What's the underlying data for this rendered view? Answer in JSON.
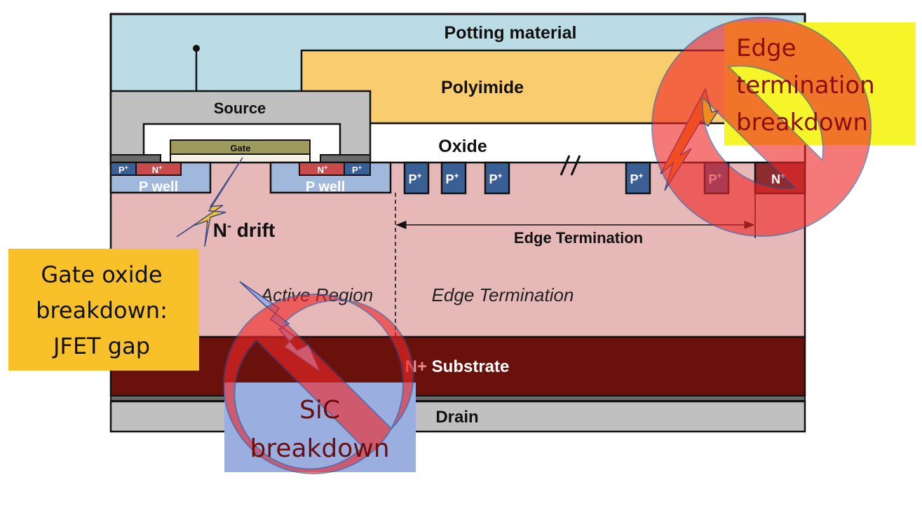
{
  "layers": {
    "potting": "Potting material",
    "polyimide": "Polyimide",
    "oxide": "Oxide",
    "source": "Source",
    "gate": "Gate",
    "drift": "N⁻ drift",
    "drift_main": "N",
    "drift_sup": "-",
    "drift_rest": " drift",
    "substrate_prefix": "N+",
    "substrate_rest": " Substrate",
    "drain": "Drain"
  },
  "doping": {
    "p_plus": "P",
    "n_plus": "N",
    "plus_sup": "+",
    "p_well": "P well"
  },
  "regions": {
    "edge_termination_arrow": "Edge Termination",
    "active_region": "Active Region",
    "edge_termination_italic": "Edge Termination",
    "break_mark": "//"
  },
  "callouts": {
    "gate_oxide": [
      "Gate oxide",
      "breakdown:",
      "JFET gap"
    ],
    "edge_termination": [
      "Edge",
      "termination",
      "breakdown"
    ],
    "sic": [
      "SiC",
      "breakdown"
    ]
  },
  "colors": {
    "potting": "#bcdce5",
    "polyimide": "#f9cd6e",
    "source_metal": "#c0c0c0",
    "gate": "#9e9a5c",
    "p_well": "#9fb8dc",
    "p_plus": "#3a5f95",
    "n_plus": "#c94a4a",
    "drift": "#e6b8b8",
    "substrate": "#6b110c",
    "drain": "#c0c0c0",
    "callout_gate": "#f8c12a",
    "callout_edge": "#f5f52a",
    "callout_sic": "#9aaee0",
    "no_symbol": "#f04040"
  }
}
